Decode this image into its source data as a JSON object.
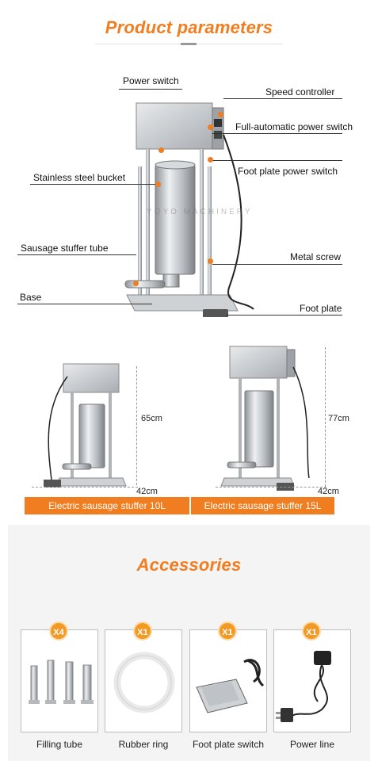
{
  "header": {
    "title": "Product parameters"
  },
  "parts": {
    "power_switch": "Power switch",
    "speed_controller": "Speed controller",
    "full_auto_switch": "Full-automatic power switch",
    "stainless_bucket": "Stainless steel bucket",
    "foot_plate_power_switch": "Foot plate power switch",
    "stuffer_tube": "Sausage stuffer tube",
    "metal_screw": "Metal screw",
    "base": "Base",
    "foot_plate": "Foot plate"
  },
  "models": [
    {
      "label": "Electric sausage stuffer 10L",
      "height": "65cm",
      "width": "42cm"
    },
    {
      "label": "Electric sausage stuffer 15L",
      "height": "77cm",
      "width": "42cm"
    }
  ],
  "accessories": {
    "title": "Accessories",
    "items": [
      {
        "badge": "X4",
        "label": "Filling tube"
      },
      {
        "badge": "X1",
        "label": "Rubber ring"
      },
      {
        "badge": "X1",
        "label": "Foot plate switch"
      },
      {
        "badge": "X1",
        "label": "Power line"
      }
    ]
  },
  "colors": {
    "accent": "#f07d1f",
    "steel": "#c9ccd0",
    "panel": "#f4f4f4"
  },
  "watermark": "YOYO MACHINERY"
}
